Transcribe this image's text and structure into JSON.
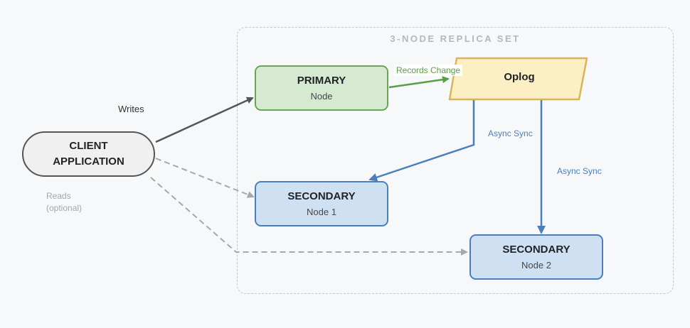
{
  "replica_set": {
    "title": "3-NODE REPLICA SET"
  },
  "client": {
    "line1": "CLIENT",
    "line2": "APPLICATION"
  },
  "nodes": {
    "primary": {
      "title": "PRIMARY",
      "subtitle": "Node"
    },
    "oplog": {
      "title": "Oplog"
    },
    "secondary1": {
      "title": "SECONDARY",
      "subtitle": "Node 1"
    },
    "secondary2": {
      "title": "SECONDARY",
      "subtitle": "Node 2"
    }
  },
  "edges": {
    "writes": "Writes",
    "reads_line1": "Reads",
    "reads_line2": "(optional)",
    "records_change": "Records Change",
    "async_sync_1": "Async Sync",
    "async_sync_2": "Async Sync"
  },
  "colors": {
    "primary_fill": "#d6ead2",
    "primary_stroke": "#6aa557",
    "secondary_fill": "#cfe0f2",
    "secondary_stroke": "#4a7fbd",
    "oplog_fill": "#fcefc4",
    "oplog_stroke": "#d9b45a",
    "client_stroke": "#555555",
    "reads_stroke": "#a8a8a8"
  }
}
